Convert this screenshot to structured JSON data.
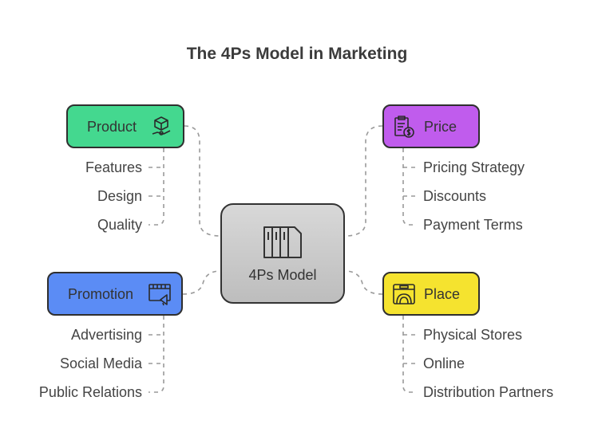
{
  "title": "The 4Ps Model in Marketing",
  "center": {
    "label": "4Ps Model",
    "icon": "books-icon"
  },
  "branches": {
    "product": {
      "label": "Product",
      "icon": "box-hand-icon",
      "color": "#44d88f",
      "items": [
        "Features",
        "Design",
        "Quality"
      ]
    },
    "price": {
      "label": "Price",
      "icon": "clipboard-dollar-icon",
      "color": "#c05ced",
      "items": [
        "Pricing Strategy",
        "Discounts",
        "Payment Terms"
      ]
    },
    "promotion": {
      "label": "Promotion",
      "icon": "billboard-megaphone-icon",
      "color": "#5b8cf5",
      "items": [
        "Advertising",
        "Social Media",
        "Public Relations"
      ]
    },
    "place": {
      "label": "Place",
      "icon": "storefront-icon",
      "color": "#f5e32f",
      "items": [
        "Physical Stores",
        "Online",
        "Distribution Partners"
      ]
    }
  }
}
